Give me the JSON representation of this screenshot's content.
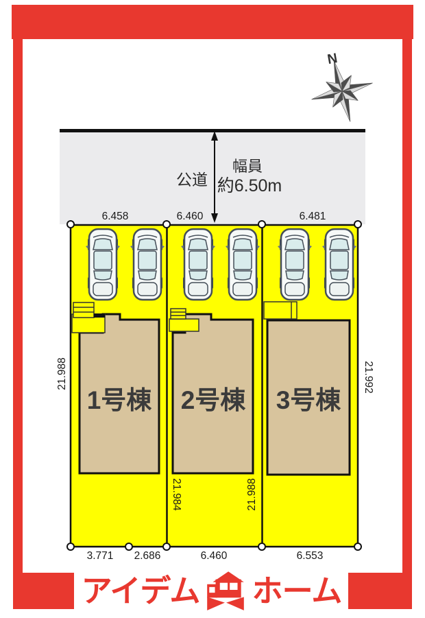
{
  "compass": {
    "north_label": "N"
  },
  "road": {
    "name": "公道",
    "width_caption": "幅員",
    "width_value": "約6.50m"
  },
  "dims": {
    "top": [
      "6.458",
      "6.460",
      "6.481"
    ],
    "bottom": [
      "3.771",
      "2.686",
      "6.460",
      "6.553"
    ],
    "left_side": "21.988",
    "right_side": "21.992",
    "middle_left": "21.984",
    "middle_right": "21.988"
  },
  "lots": [
    {
      "label": "1号棟"
    },
    {
      "label": "2号棟"
    },
    {
      "label": "3号棟"
    }
  ],
  "branding": {
    "left_text": "アイデム",
    "right_text": "ホーム"
  },
  "colors": {
    "accent_red": "#e8382f",
    "lot_yellow": "#ffff00",
    "building_tan": "#d8c49d",
    "road_gray": "#ebebed",
    "car_window": "#d9ecec",
    "outline": "#111111"
  }
}
